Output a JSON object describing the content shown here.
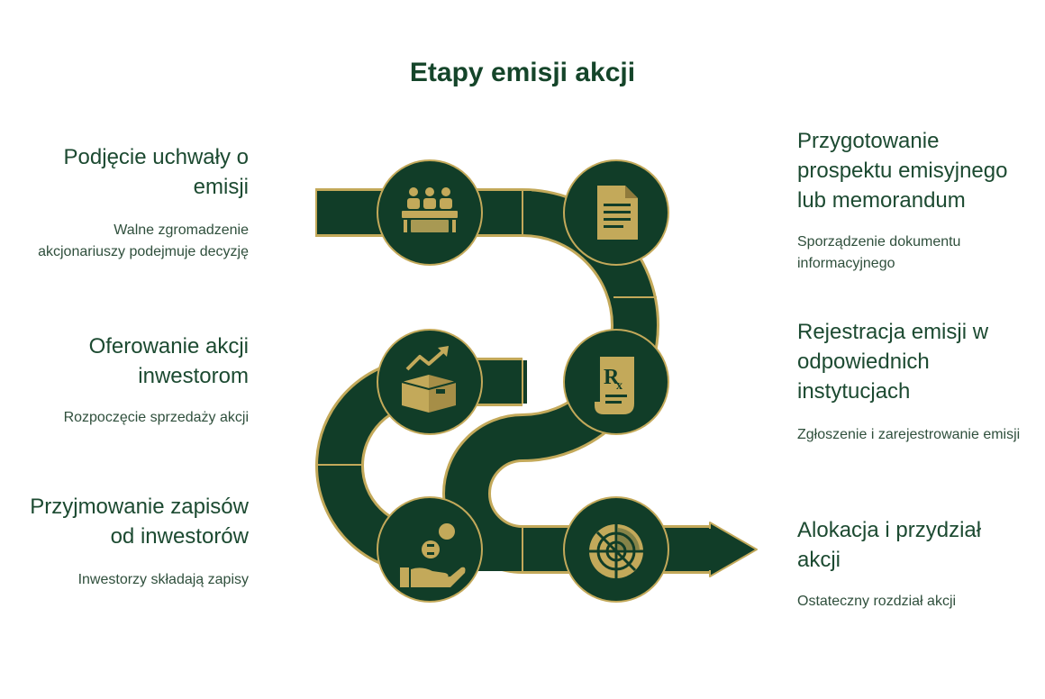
{
  "title": "Etapy emisji akcji",
  "colors": {
    "path": "#113d28",
    "accent": "#c3a95a",
    "text": "#1c4a31"
  },
  "steps": [
    {
      "title": "Podjęcie uchwały o emisji",
      "description": "Walne zgromadzenie akcjonariuszy podejmuje decyzję",
      "icon": "meeting-people-icon"
    },
    {
      "title": "Przygotowanie prospektu emisyjnego lub memorandum",
      "description": "Sporządzenie dokumentu informacyjnego",
      "icon": "document-icon"
    },
    {
      "title": "Oferowanie akcji inwestorom",
      "description": "Rozpoczęcie sprzedaży akcji",
      "icon": "growth-box-icon"
    },
    {
      "title": "Rejestracja emisji w odpowiednich instytucjach",
      "description": "Zgłoszenie i zarejestrowanie emisji",
      "icon": "prescription-scroll-icon"
    },
    {
      "title": "Przyjmowanie zapisów od inwestorów",
      "description": "Inwestorzy składają zapisy",
      "icon": "hand-coins-icon"
    },
    {
      "title": "Alokacja i przydział akcji",
      "description": "Ostateczny rozdział akcji",
      "icon": "allocation-chart-icon"
    }
  ]
}
